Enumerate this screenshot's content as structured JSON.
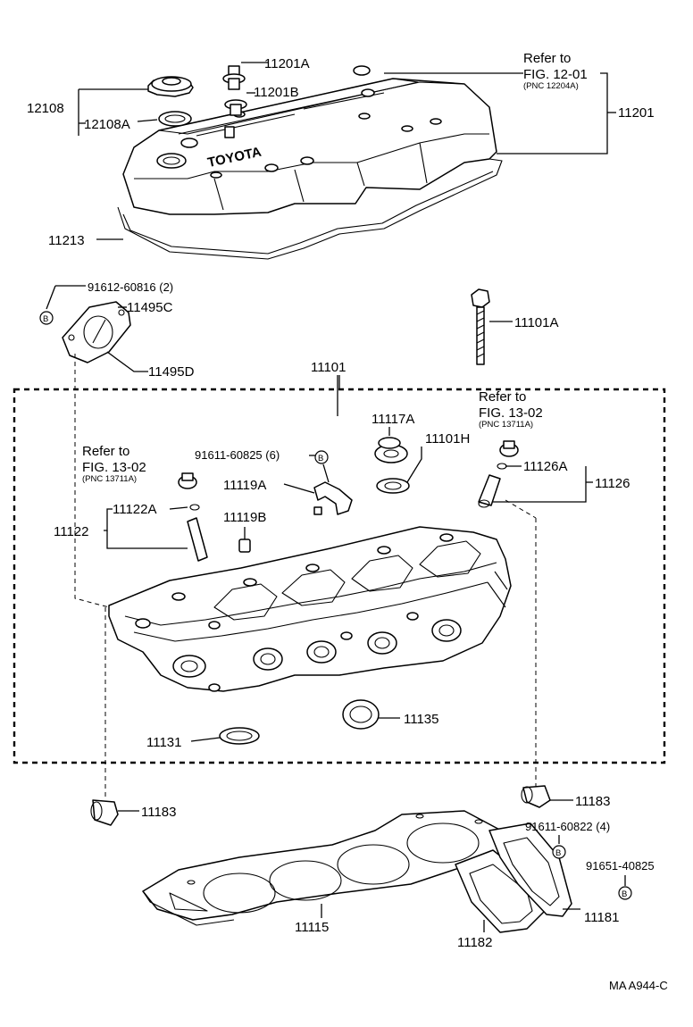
{
  "parts": {
    "p12108": "12108",
    "p12108A": "12108A",
    "p11201A": "11201A",
    "p11201B": "11201B",
    "p11201": "11201",
    "p11213": "11213",
    "p91612": "91612-60816 (2)",
    "p11495C": "11495C",
    "p11495D": "11495D",
    "p11101A": "11101A",
    "p11101": "11101",
    "p11117A": "11117A",
    "p11101H": "11101H",
    "p91611_6": "91611-60825 (6)",
    "p11119A": "11119A",
    "p11119B": "11119B",
    "p11126A": "11126A",
    "p11126": "11126",
    "p11122A": "11122A",
    "p11122": "11122",
    "p11135": "11135",
    "p11131": "11131",
    "p11183_left": "11183",
    "p11183_right": "11183",
    "p91611_4": "91611-60822 (4)",
    "p91651": "91651-40825",
    "p11181": "11181",
    "p11115": "11115",
    "p11182": "11182"
  },
  "refs": {
    "cover_refer": "Refer to",
    "cover_fig": "FIG. 12-01",
    "cover_pnc": "(PNC 12204A)",
    "right_refer": "Refer to",
    "right_fig": "FIG. 13-02",
    "right_pnc": "(PNC 13711A)",
    "left_refer": "Refer to",
    "left_fig": "FIG. 13-02",
    "left_pnc": "(PNC 13711A)"
  },
  "marks": {
    "bolt_symbol": "B",
    "cover_logo": "TOYOTA"
  },
  "footer": {
    "code": "MA A944-C"
  }
}
